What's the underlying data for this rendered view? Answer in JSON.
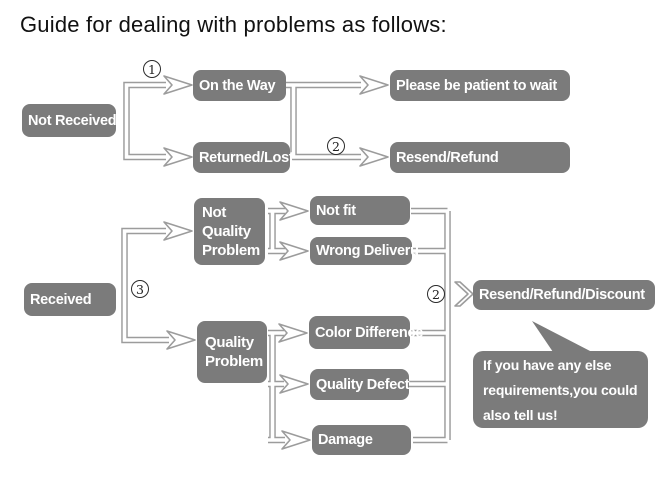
{
  "title": "Guide for dealing with problems as follows:",
  "steps": {
    "one": "1",
    "two": "2",
    "three": "3"
  },
  "nodes": {
    "not_received": "Not Received",
    "on_the_way": "On the Way",
    "returned_lost": "Returned/Lost",
    "please_wait": "Please be patient to wait",
    "resend_refund": "Resend/Refund",
    "received": "Received",
    "not_quality_problem": "Not Quality Problem",
    "quality_problem": "Quality Problem",
    "not_fit": "Not fit",
    "wrong_deliveru": "Wrong Deliveru",
    "color_difference": "Color Difference",
    "quality_defect": "Quality Defect",
    "damage": "Damage",
    "resend_refund_discount": "Resend/Refund/Discount"
  },
  "note": {
    "text": "If you have any else requirements,you could also tell us!"
  },
  "colors": {
    "box_fill": "#7b7b7b",
    "box_text": "#ffffff",
    "connector": "#9c9c9c",
    "title_text": "#111111",
    "marker_ring": "#2b2b2b"
  }
}
